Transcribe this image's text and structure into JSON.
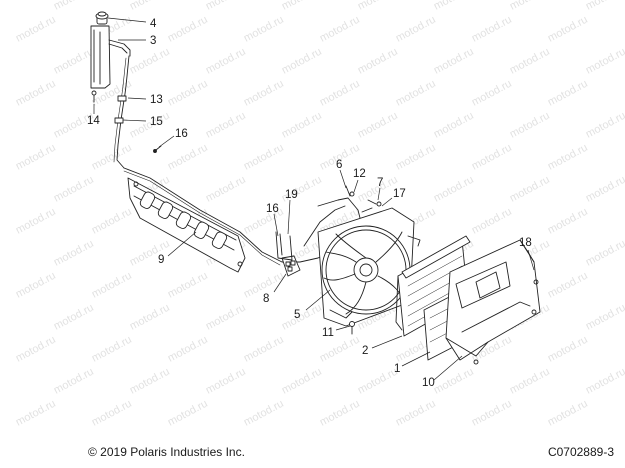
{
  "watermark": "motod.ru",
  "callouts": [
    "4",
    "3",
    "13",
    "14",
    "15",
    "16",
    "6",
    "12",
    "7",
    "17",
    "19",
    "16",
    "9",
    "8",
    "5",
    "11",
    "2",
    "1",
    "10",
    "18"
  ],
  "footer": {
    "copyright": "© 2019 Polaris Industries Inc.",
    "figure_id": "C0702889-3"
  }
}
